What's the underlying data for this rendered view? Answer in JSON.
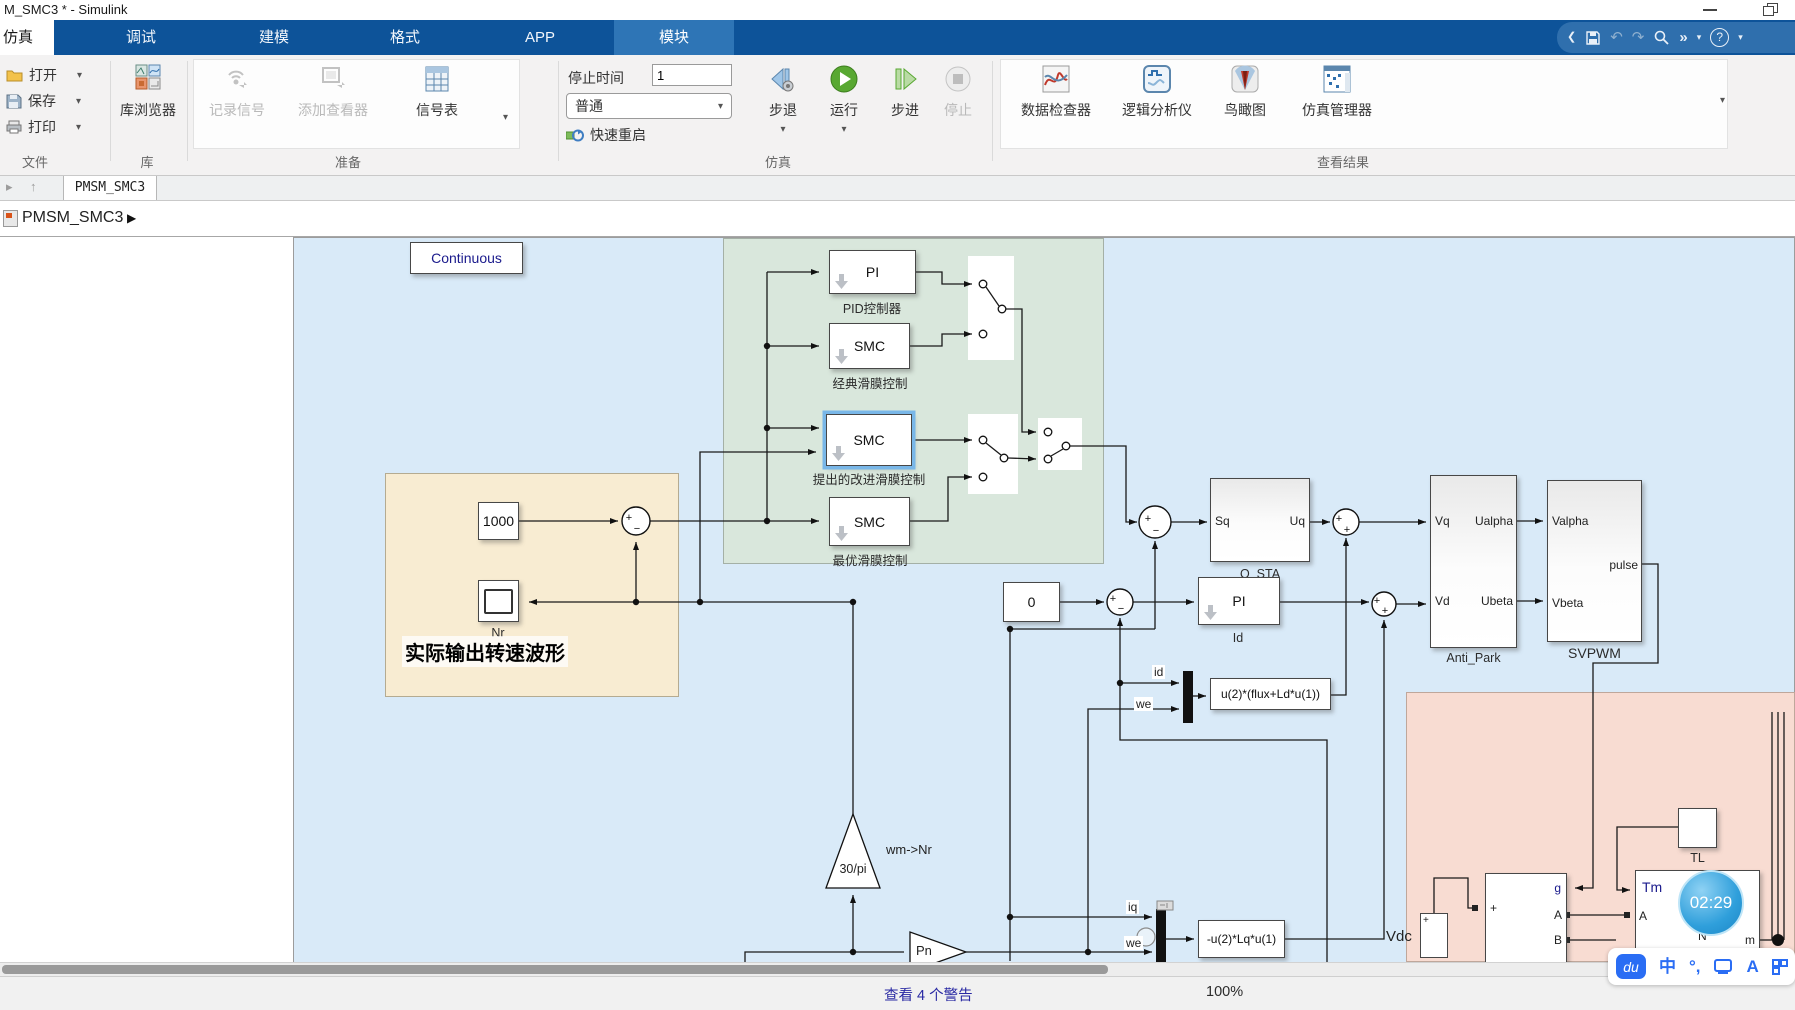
{
  "window": {
    "title": "M_SMC3 * - Simulink"
  },
  "tabs": {
    "simulation": "仿真",
    "debug": "调试",
    "modeling": "建模",
    "format": "格式",
    "apps": "APP",
    "block": "模块"
  },
  "ribbon": {
    "file": {
      "open": "打开",
      "save": "保存",
      "print": "打印",
      "caption": "文件"
    },
    "library": {
      "browser": "库浏览器",
      "caption": "库"
    },
    "prepare": {
      "log_signals": "记录信号",
      "add_viewer": "添加查看器",
      "signal_table": "信号表",
      "caption": "准备"
    },
    "simulate": {
      "stop_time_label": "停止时间",
      "stop_time_value": "1",
      "mode": "普通",
      "fast_restart": "快速重启",
      "step_back": "步退",
      "run": "运行",
      "step_forward": "步进",
      "stop": "停止",
      "caption": "仿真"
    },
    "review": {
      "data_inspector": "数据检查器",
      "logic_analyzer": "逻辑分析仪",
      "birds_eye": "鸟瞰图",
      "sim_manager": "仿真管理器",
      "caption": "查看结果"
    }
  },
  "document": {
    "tab": "PMSM_SMC3",
    "breadcrumb": "PMSM_SMC3"
  },
  "model": {
    "powergui": "Continuous",
    "controllers": {
      "pi": "PI",
      "pi_caption": "PID控制器",
      "smc1": "SMC",
      "smc1_caption": "经典滑膜控制",
      "smc2": "SMC",
      "smc2_caption": "提出的改进滑膜控制",
      "smc3": "SMC",
      "smc3_caption": "最优滑膜控制"
    },
    "speed_ref": "1000",
    "scope_caption": "Nr",
    "annotation": "实际输出转速波形",
    "zero": "0",
    "q_sta": {
      "inp": "Sq",
      "out": "Uq",
      "caption": "Q_STA"
    },
    "id_pi": {
      "label": "PI",
      "caption": "Id"
    },
    "flux_expr": "u(2)*(flux+Ld*u(1))",
    "lq_expr": "-u(2)*Lq*u(1)",
    "signals": {
      "id": "id",
      "we": "we",
      "iq": "iq",
      "we2": "we",
      "wm_nr": "wm->Nr",
      "vdc": "Vdc"
    },
    "gain30": "30/pi",
    "pn": "Pn",
    "anti_park": {
      "vq": "Vq",
      "vd": "Vd",
      "ualpha": "Ualpha",
      "ubeta": "Ubeta",
      "caption": "Anti_Park"
    },
    "svpwm": {
      "valpha": "Valpha",
      "vbeta": "Vbeta",
      "pulse": "pulse",
      "caption": "SVPWM"
    },
    "tl": "TL",
    "motor": {
      "tm": "Tm",
      "a": "A",
      "n": "N",
      "m": "m"
    },
    "igbt": {
      "g": "g",
      "plus": "+",
      "a": "A",
      "b": "B"
    },
    "sum_signs": {
      "plus": "+",
      "minus": "−"
    }
  },
  "statusbar": {
    "warnings": "查看 4 个警告",
    "zoom": "100%"
  },
  "overlays": {
    "recording_time": "02:29",
    "ime": {
      "logo": "du",
      "mode": "中",
      "punct": "°,",
      "letter": "A"
    }
  },
  "icons": {
    "caret": "▾",
    "breadcrumb_arrow": "▶",
    "back": "▸",
    "up": "↑",
    "undo": "↶",
    "redo": "↷",
    "help": "?",
    "more": "»",
    "collapse": "❮"
  },
  "colors": {
    "tab_bar": "#0d5399",
    "contextual_tab": "#2e75b6",
    "selection": "#79b7e8",
    "run_green": "#58a832",
    "area_blue": "#d9eaf8",
    "area_green": "#d9e7dc",
    "area_yellow": "#f8ecd2",
    "area_pink": "#f8dcd2",
    "badge_blue": "#2f9fdb"
  }
}
